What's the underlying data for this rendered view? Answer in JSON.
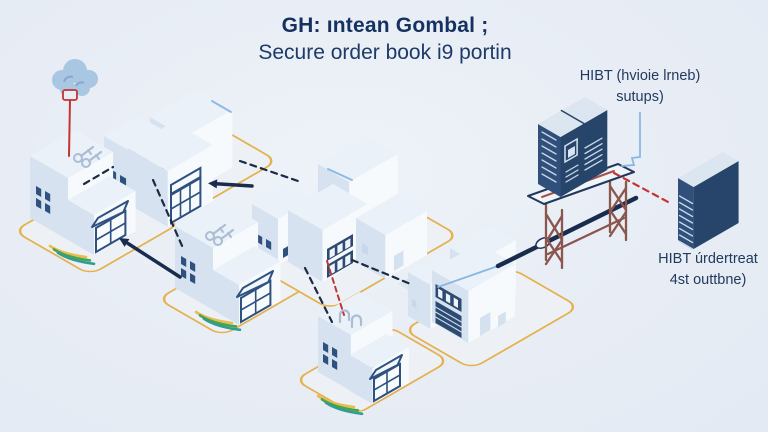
{
  "title": {
    "line1": "GH: ıntean Gombal ;",
    "line2": "Secure order book i9 portin"
  },
  "labels": {
    "rack": {
      "line1": "HIBT (hvioie lrneb)",
      "line2": "sutups)"
    },
    "tower": {
      "line1": "HIBT úrdertreat",
      "line2": "4st outtbne)"
    }
  },
  "icons": [
    "cloud-icon",
    "key-icon",
    "pipes-icon",
    "server-rack-icon",
    "server-tower-icon",
    "scaffold-icon",
    "road-stripes-icon"
  ],
  "colors": {
    "background": "#e8edf5",
    "titleText": "#15315f",
    "labelText": "#223a5e",
    "platformFill": "#edf1f6",
    "platformEdge": "#e4b14b",
    "faceShade": "#d6e2ef",
    "faceLight": "#f7fafd",
    "faceTop": "#eaf1f8",
    "windowNavy": "#2e5180",
    "panelNavy": "#2d4a72",
    "rackNavy": "#30507b",
    "rackNavyDark": "#27456b",
    "rackTop": "#dce6f0",
    "slatLight": "#c6d7e8",
    "paneWhite": "#eef4fa",
    "winLight": "#c7d8ea",
    "doorLight": "#d4e2f0",
    "frameWhite": "#f8fbfe",
    "bridge": "#dde7f1",
    "dashDark": "#1b2a45",
    "beamDark": "#1a2c4d",
    "alertRed": "#c43434",
    "tableRed": "#a4524a",
    "scaffoldBrown": "#8a564d",
    "connectorBlue": "#8ab7e2",
    "roofBlue": "#8fb9e4",
    "stripeYellow": "#e7bd4d",
    "stripeGreen": "#49a34f",
    "stripeTeal": "#2f9d93",
    "cloudBlue": "#a9c6e3",
    "cloudDetail": "#84a8d0",
    "keyGrey": "#aabdd3"
  }
}
